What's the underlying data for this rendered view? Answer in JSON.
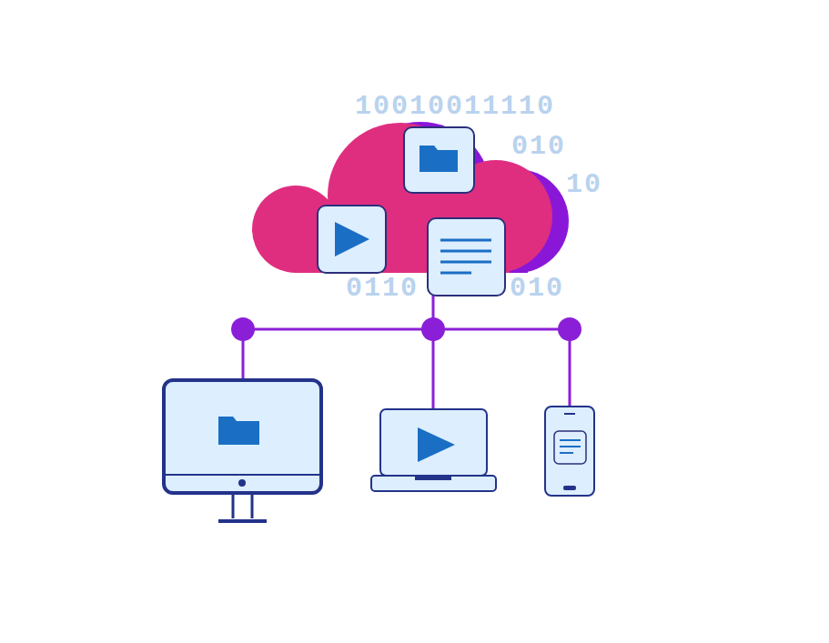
{
  "diagram": {
    "labels": [
      "10010011110",
      "010",
      "10",
      "0110",
      "010"
    ]
  }
}
